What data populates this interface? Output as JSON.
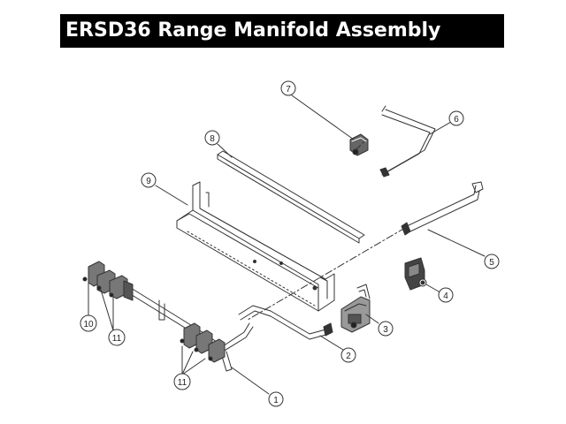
{
  "title": "ERSD36 Range Manifold Assembly",
  "callouts": {
    "c1": "1",
    "c2": "2",
    "c3": "3",
    "c4": "4",
    "c5": "5",
    "c6": "6",
    "c7": "7",
    "c8": "8",
    "c9": "9",
    "c10": "10",
    "c11a": "11",
    "c11b": "11"
  }
}
